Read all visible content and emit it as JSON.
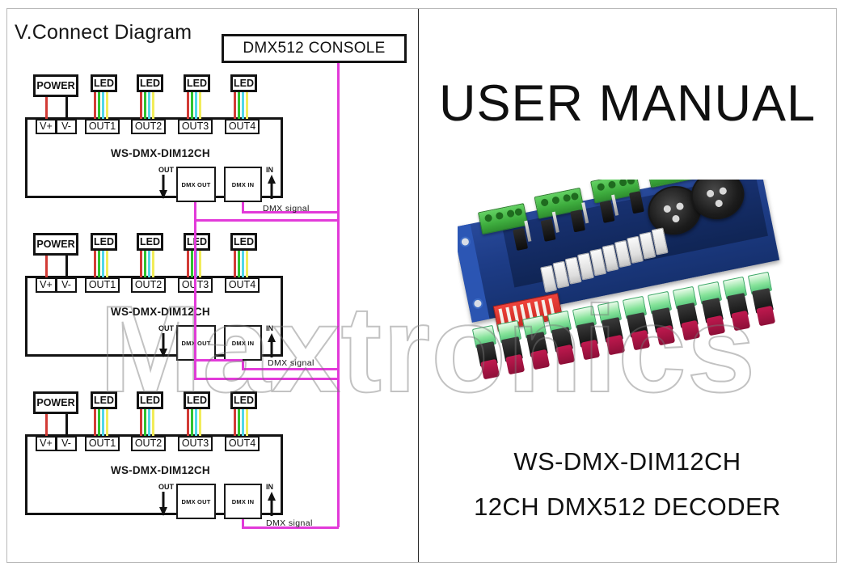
{
  "page": {
    "watermark": "Maxtronics"
  },
  "left_panel": {
    "title": "V.Connect Diagram",
    "console": {
      "label": "DMX512 CONSOLE"
    },
    "signal_label": "DMX  signal",
    "port_out_tag": "OUT",
    "port_in_tag": "IN",
    "controllers": [
      {
        "model": "WS-DMX-DIM12CH",
        "power_label": "POWER",
        "terminals": [
          "V+",
          "V-"
        ],
        "outputs": [
          "OUT1",
          "OUT2",
          "OUT3",
          "OUT4"
        ],
        "led_label": "LED",
        "dmx_out": "DMX OUT",
        "dmx_in": "DMX IN",
        "signal_label": "DMX  signal"
      },
      {
        "model": "WS-DMX-DIM12CH",
        "power_label": "POWER",
        "terminals": [
          "V+",
          "V-"
        ],
        "outputs": [
          "OUT1",
          "OUT2",
          "OUT3",
          "OUT4"
        ],
        "led_label": "LED",
        "dmx_out": "DMX OUT",
        "dmx_in": "DMX IN",
        "signal_label": "DMX  signal"
      },
      {
        "model": "WS-DMX-DIM12CH",
        "power_label": "POWER",
        "terminals": [
          "V+",
          "V-"
        ],
        "outputs": [
          "OUT1",
          "OUT2",
          "OUT3",
          "OUT4"
        ],
        "led_label": "LED",
        "dmx_out": "DMX OUT",
        "dmx_in": "DMX IN",
        "signal_label": "DMX  signal"
      }
    ],
    "wire_colors": {
      "power_positive": "#d23b36",
      "power_negative": "#111111",
      "led_1": "#d23b36",
      "led_2": "#2fc22f",
      "led_3": "#4fd8e8",
      "led_4": "#f2ec5a",
      "dmx_signal": "#e23ad9"
    }
  },
  "right_panel": {
    "title": "USER MANUAL",
    "model_name": "WS-DMX-DIM12CH",
    "model_desc": "12CH DMX512 DECODER",
    "product_photo": {
      "name": "pcb-photo",
      "board_color": "#1d3c86",
      "terminal_color": "#3fae3f",
      "dip_switch_color": "#c92a23",
      "knob_color": "#8d0f38"
    }
  }
}
